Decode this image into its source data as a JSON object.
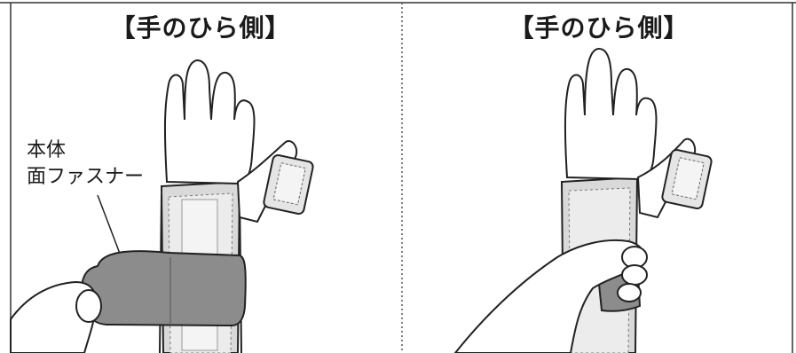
{
  "panels": [
    {
      "title": "【手のひら側】"
    },
    {
      "title": "【手のひら側】"
    }
  ],
  "callout": {
    "line1": "本体",
    "line2": "面ファスナー"
  }
}
